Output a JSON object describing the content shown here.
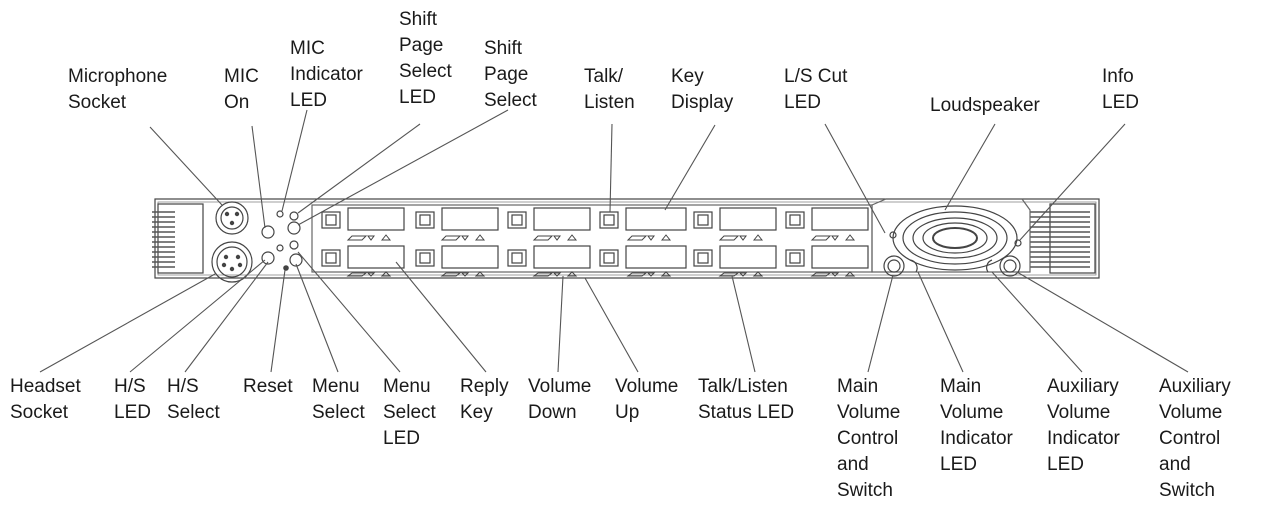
{
  "diagram": {
    "labels_top": {
      "microphone_socket": "Microphone\nSocket",
      "mic_on": "MIC\nOn",
      "mic_indicator_led": "MIC\nIndicator\nLED",
      "shift_page_select_led": "Shift\nPage\nSelect\nLED",
      "shift_page_select": "Shift\nPage\nSelect",
      "talk_listen": "Talk/\nListen",
      "key_display": "Key\nDisplay",
      "ls_cut_led": "L/S Cut\nLED",
      "loudspeaker": "Loudspeaker",
      "info_led": "Info\nLED"
    },
    "labels_bottom": {
      "headset_socket": "Headset\nSocket",
      "hs_led": "H/S\nLED",
      "hs_select": "H/S\nSelect",
      "reset": "Reset",
      "menu_select": "Menu\nSelect",
      "menu_select_led": "Menu\nSelect\nLED",
      "reply_key": "Reply\nKey",
      "volume_down": "Volume\nDown",
      "volume_up": "Volume\nUp",
      "talk_listen_status_led": "Talk/Listen\nStatus LED",
      "main_volume_control_switch": "Main\nVolume\nControl\nand\nSwitch",
      "main_volume_indicator_led": "Main\nVolume\nIndicator\nLED",
      "aux_volume_indicator_led": "Auxiliary\nVolume\nIndicator\nLED",
      "aux_volume_control_switch": "Auxiliary\nVolume\nControl\nand\nSwitch"
    }
  }
}
